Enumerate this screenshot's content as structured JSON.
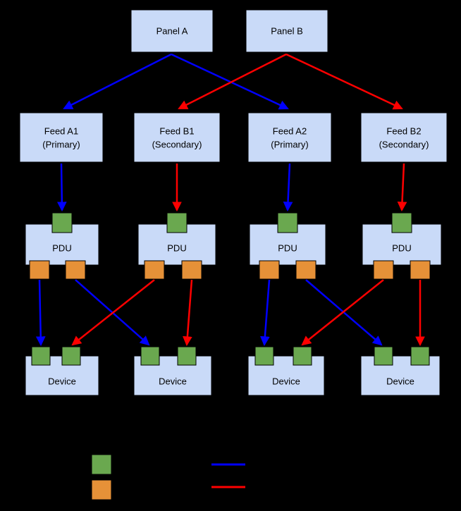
{
  "colors": {
    "background": "#000000",
    "box_fill": "#c9daf8",
    "box_border": "#000000",
    "text": "#000000",
    "input_port": "#6aa84f",
    "output_port": "#e69138",
    "primary_path": "#0000ff",
    "secondary_path": "#ff0000"
  },
  "panels": [
    {
      "label": "Panel A"
    },
    {
      "label": "Panel B"
    }
  ],
  "feeds": [
    {
      "name": "Feed A1",
      "role": "(Primary)"
    },
    {
      "name": "Feed B1",
      "role": "(Secondary)"
    },
    {
      "name": "Feed A2",
      "role": "(Primary)"
    },
    {
      "name": "Feed B2",
      "role": "(Secondary)"
    }
  ],
  "pdus": [
    {
      "label": "PDU"
    },
    {
      "label": "PDU"
    },
    {
      "label": "PDU"
    },
    {
      "label": "PDU"
    }
  ],
  "devices": [
    {
      "label": "Device"
    },
    {
      "label": "Device"
    },
    {
      "label": "Device"
    },
    {
      "label": "Device"
    }
  ],
  "legend": {
    "items": [
      {
        "swatch": "green-square",
        "color_key": "input_port"
      },
      {
        "swatch": "orange-square",
        "color_key": "output_port"
      },
      {
        "swatch": "blue-line",
        "color_key": "primary_path"
      },
      {
        "swatch": "red-line",
        "color_key": "secondary_path"
      }
    ]
  }
}
